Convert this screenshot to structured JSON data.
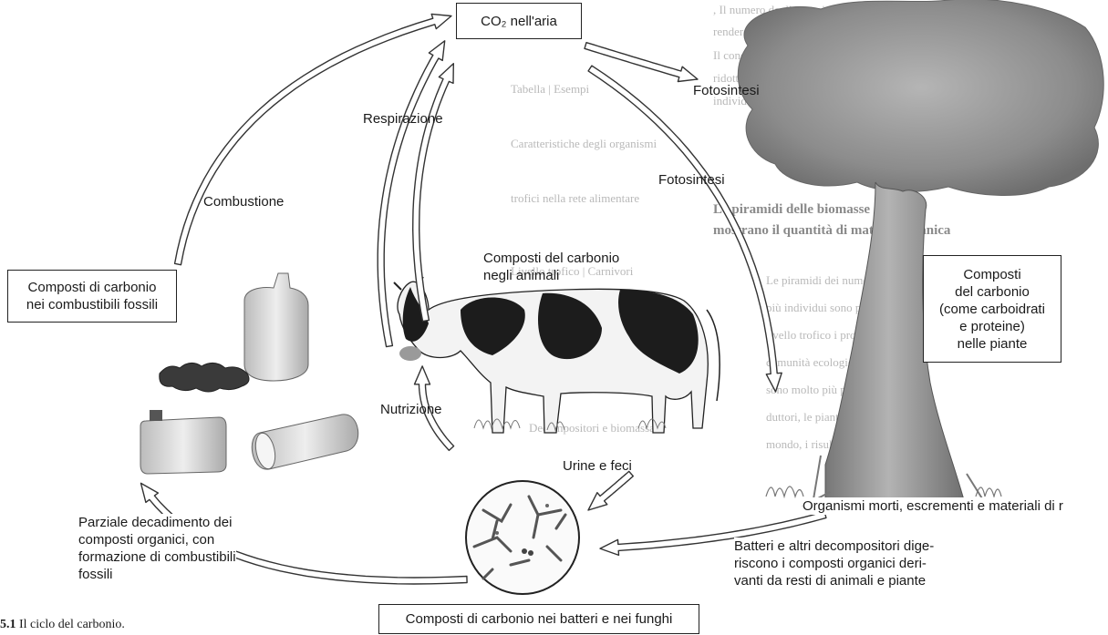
{
  "nodes": {
    "co2_air": "CO₂ nell'aria",
    "carbon_in_plants": "Composti\ndel carbonio\n(come carboidrati\ne proteine)\nnelle piante",
    "carbon_in_animals": "Composti del carbonio\nnegli animali",
    "carbon_in_fossil_fuels": "Composti di carbonio\nnei combustibili fossili",
    "carbon_in_bacteria_fungi": "Composti di carbonio nei batteri e nei funghi"
  },
  "processes": {
    "photosynthesis_top": "Fotosintesi",
    "photosynthesis_side": "Fotosintesi",
    "respiration": "Respirazione",
    "combustion": "Combustione",
    "nutrition": "Nutrizione",
    "urine_feces": "Urine e feci",
    "dead_organisms": "Organismi morti, escrementi e materiali di r",
    "decomposers": "Batteri e altri decompositori dige-\nriscono i composti organici deri-\nvanti da resti di animali e piante",
    "partial_decay": "Parziale decadimento dei\ncomposti organici, con\nformazione di combustibili\nfossili"
  },
  "caption": {
    "number": "5.1",
    "text": "Il ciclo del carbonio."
  },
  "background_text": {
    "heading_line1": "Le piramidi delle biomasse",
    "heading_line2": "mostrano il quantità di materia organica"
  },
  "colors": {
    "arrow_fill": "#ffffff",
    "arrow_stroke": "#333333",
    "tree_foliage": "#8f8f8f",
    "trunk": "#9a9a9a",
    "cow_black": "#1c1c1c",
    "box_border": "#222222"
  }
}
